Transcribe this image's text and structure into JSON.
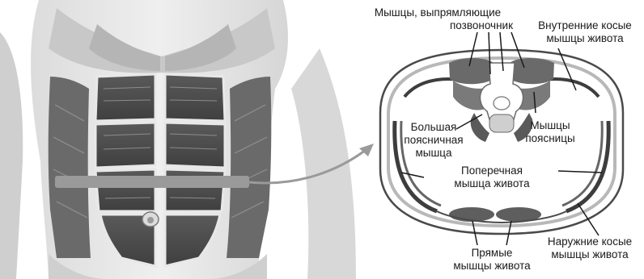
{
  "labels": {
    "erector_line1": "Мышцы, выпрямляющие",
    "erector_line2": "позвоночник",
    "internal_oblique_line1": "Внутренние косые",
    "internal_oblique_line2": "мышцы живота",
    "psoas_line1": "Большая",
    "psoas_line2": "поясничная",
    "psoas_line3": "мышца",
    "lumbar_line1": "Мышцы",
    "lumbar_line2": "поясницы",
    "transverse_line1": "Поперечная",
    "transverse_line2": "мышца живота",
    "rectus_line1": "Прямые",
    "rectus_line2": "мышцы живота",
    "external_oblique_line1": "Наружние косые",
    "external_oblique_line2": "мышцы живота"
  },
  "colors": {
    "muscle_fill": "#6b6b6b",
    "band": "#9a9a9a",
    "section_outline": "#3a3a3a",
    "section_fill": "#ffffff"
  }
}
